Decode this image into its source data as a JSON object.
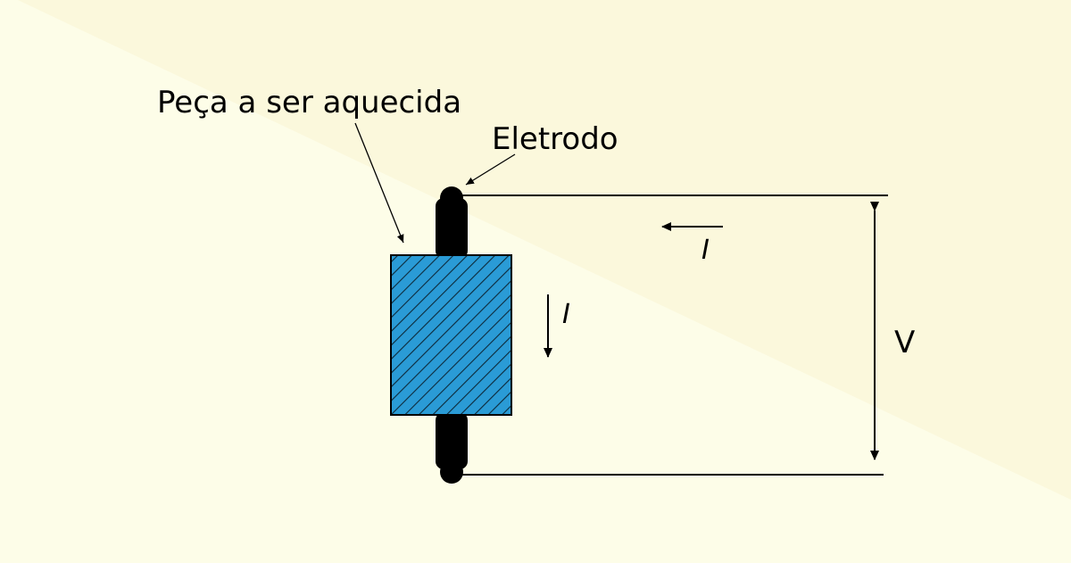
{
  "diagram": {
    "workpiece_label": "Peça a ser aquecida",
    "electrode_label": "Eletrodo",
    "current_label_top": "I",
    "current_label_side": "I",
    "voltage_label": "V"
  },
  "colors": {
    "background": "#fdfde8",
    "background_band": "#fbf8dc",
    "workpiece_fill": "#2a9bd6",
    "hatch": "#0d2a3a",
    "line": "#000000"
  }
}
